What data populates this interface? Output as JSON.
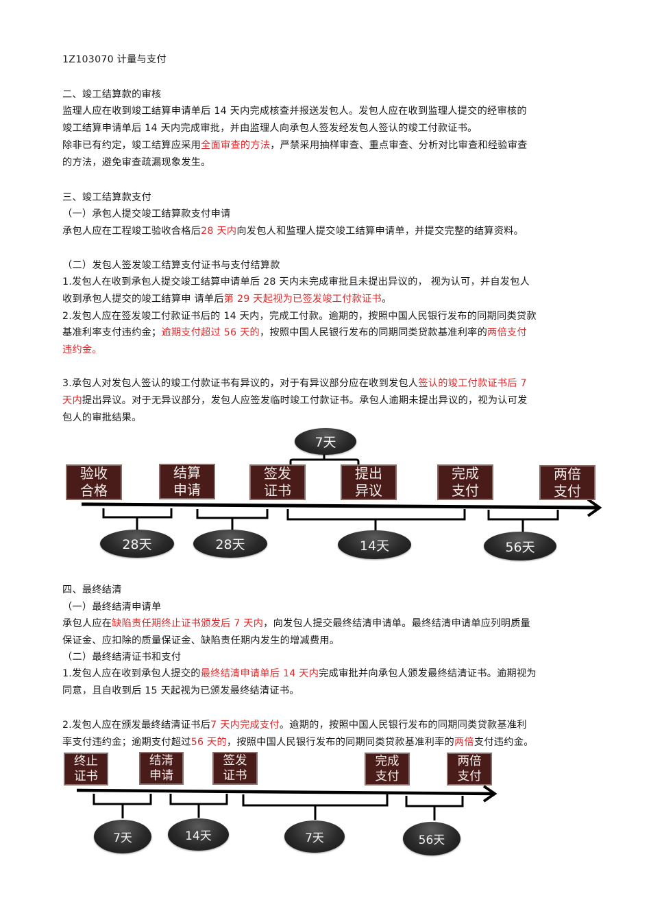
{
  "doc": {
    "code_title": "1Z103070    计量与支付",
    "sec2": {
      "heading": "二、竣工结算款的审核",
      "p1_l1": "监理人应在收到竣工结算申请单后 14 天内完成核查并报送发包人。发包人应在收到监理人提交的经审核的",
      "p1_l2": "竣工结算申请单后 14 天内完成审批，并由监理人向承包人签发经发包人签认的竣工付款证书。",
      "p2_l1_a": "除非已有约定，竣工结算应采用",
      "p2_l1_red": "全面审查的方法",
      "p2_l1_b": "，严禁采用抽样审查、重点审查、分析对比审查和经验审查",
      "p2_l2": "的方法，避免审查疏漏现象发生。"
    },
    "sec3": {
      "heading": "三、竣工结算款支付",
      "sub1": "（一）承包人提交竣工结算款支付申请",
      "sub1_p_a": "承包人应在工程竣工验收合格后",
      "sub1_p_red": "28 天内",
      "sub1_p_b": "向发包人和监理人提交竣工结算申请单，并提交完整的结算资料。",
      "sub2": "（二）发包人签发竣工结算支付证书与支付结算款",
      "item1_l1": "1.发包人在收到承包人提交竣工结算申请单后 28 天内未完成审批且未提出异议的，  视为认可，并自发包人",
      "item1_l2_a": "收到承包人提交的竣工结算申  请单后",
      "item1_l2_red": "第 29 天起视为已签发竣工付款证书",
      "item1_l2_b": "。",
      "item2_l1": "2.发包人应在签发竣工付款证书后的 14 天内，完成工付款。逾期的，按照中国人民银行发布的同期同类贷款",
      "item2_l2_a": "基准利率支付违约金；",
      "item2_l2_red1": "逾期支付超过 56 天的",
      "item2_l2_b": "，按照中国人民银行发布的同期同类贷款基准利率的",
      "item2_l2_red2": "两倍支付",
      "item2_l3_red": "违约金。",
      "item3_l1_a": "3.承包人对发包人签认的竣工付款证书有异议的，对于有异议部分应在收到发包人",
      "item3_l1_red": "签认的竣工付款证书后 7",
      "item3_l2_red": "天内",
      "item3_l2_b": "提出异议。对于无异议部分，发包人应签发临时竣工付款证书。承包人逾期未提出异议的，视为认可发",
      "item3_l3": "包人的审批结果。"
    },
    "sec4": {
      "heading": "四、最终结清",
      "sub1": "（一）最终结清申请单",
      "sub1_l1_a": "承包人应在",
      "sub1_l1_red": "缺陷责任期终止证书颁发后 7 天内",
      "sub1_l1_b": "，向发包人提交最终结清申请单。最终结清申请单应列明质量",
      "sub1_l2": "保证金、应扣除的质量保证金、缺陷责任期内发生的增减费用。",
      "sub2": "（二）最终结清证书和支付",
      "item1_l1_a": "1.发包人应在收到承包人提交的",
      "item1_l1_red": "最终结清申请单后 14 天内",
      "item1_l1_b": "完成审批并向承包人颁发最终结清证书。逾期视为",
      "item1_l2": "同意，且自收到后 15 天起视为已颁发最终结清证书。",
      "item2_l1_a": "2.发包人应在颁发最终结清证书后",
      "item2_l1_red": "7 天内完成支付",
      "item2_l1_b": "。逾期的，按照中国人民银行发布的同期同类贷款基准利",
      "item2_l2_a": "率支付违约金；逾期支付超过",
      "item2_l2_red1": "56 天的",
      "item2_l2_b": "，按照中国人民银行发布的同期同类贷款基准利率的",
      "item2_l2_red2": "两倍",
      "item2_l2_c": "支付违约金。"
    }
  },
  "diagram1": {
    "boxes": [
      {
        "l1": "验收",
        "l2": "合格"
      },
      {
        "l1": "结算",
        "l2": "申请"
      },
      {
        "l1": "签发",
        "l2": "证书"
      },
      {
        "l1": "提出",
        "l2": "异议"
      },
      {
        "l1": "完成",
        "l2": "支付"
      },
      {
        "l1": "两倍",
        "l2": "支付"
      }
    ],
    "top_label": "7天",
    "labels": [
      "28天",
      "28天",
      "14天",
      "56天"
    ]
  },
  "diagram2": {
    "boxes": [
      {
        "l1": "终止",
        "l2": "证书"
      },
      {
        "l1": "结清",
        "l2": "申请"
      },
      {
        "l1": "签发",
        "l2": "证书"
      },
      {
        "l1": "完成",
        "l2": "支付"
      },
      {
        "l1": "两倍",
        "l2": "支付"
      }
    ],
    "labels": [
      "7天",
      "14天",
      "7天",
      "56天"
    ]
  },
  "colors": {
    "highlight_red": "#e0292b",
    "box_fill": "#4a1c19",
    "ellipse_fill": "#2a2a2a"
  }
}
